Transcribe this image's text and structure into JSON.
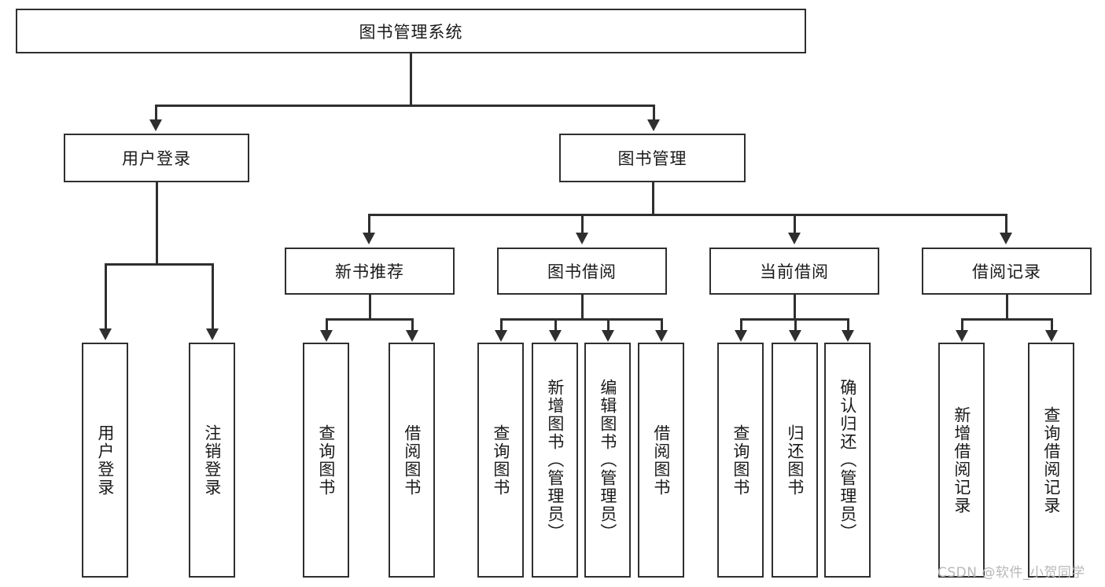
{
  "diagram": {
    "title_node": {
      "label": "图书管理系统"
    },
    "level2": [
      {
        "id": "user-login",
        "label": "用户登录"
      },
      {
        "id": "book-management",
        "label": "图书管理"
      }
    ],
    "level3": [
      {
        "id": "new-book-recommend",
        "label": "新书推荐"
      },
      {
        "id": "book-borrow",
        "label": "图书借阅"
      },
      {
        "id": "current-borrow",
        "label": "当前借阅"
      },
      {
        "id": "borrow-record",
        "label": "借阅记录"
      }
    ],
    "leaves": {
      "user_login": [
        {
          "id": "leaf-user-login",
          "label": "用户登录"
        },
        {
          "id": "leaf-logout-login",
          "label": "注销登录"
        }
      ],
      "new_book_recommend": [
        {
          "id": "leaf-query-book-1",
          "label": "查询图书"
        },
        {
          "id": "leaf-borrow-book-1",
          "label": "借阅图书"
        }
      ],
      "book_borrow": [
        {
          "id": "leaf-query-book-2",
          "label": "查询图书"
        },
        {
          "id": "leaf-add-book",
          "label": "新增图书（管理员）"
        },
        {
          "id": "leaf-edit-book",
          "label": "编辑图书（管理员）"
        },
        {
          "id": "leaf-borrow-book-2",
          "label": "借阅图书"
        }
      ],
      "current_borrow": [
        {
          "id": "leaf-query-book-3",
          "label": "查询图书"
        },
        {
          "id": "leaf-return-book",
          "label": "归还图书"
        },
        {
          "id": "leaf-confirm-return",
          "label": "确认归还（管理员）"
        }
      ],
      "borrow_record": [
        {
          "id": "leaf-add-record",
          "label": "新增借阅记录"
        },
        {
          "id": "leaf-query-record",
          "label": "查询借阅记录"
        }
      ]
    }
  },
  "watermark": {
    "text": "CSDN @软件_小贺同学"
  },
  "colors": {
    "stroke": "#2f2f2f",
    "fill": "#ffffff",
    "text": "#1a1a1a",
    "watermark": "#b8b8b8"
  }
}
